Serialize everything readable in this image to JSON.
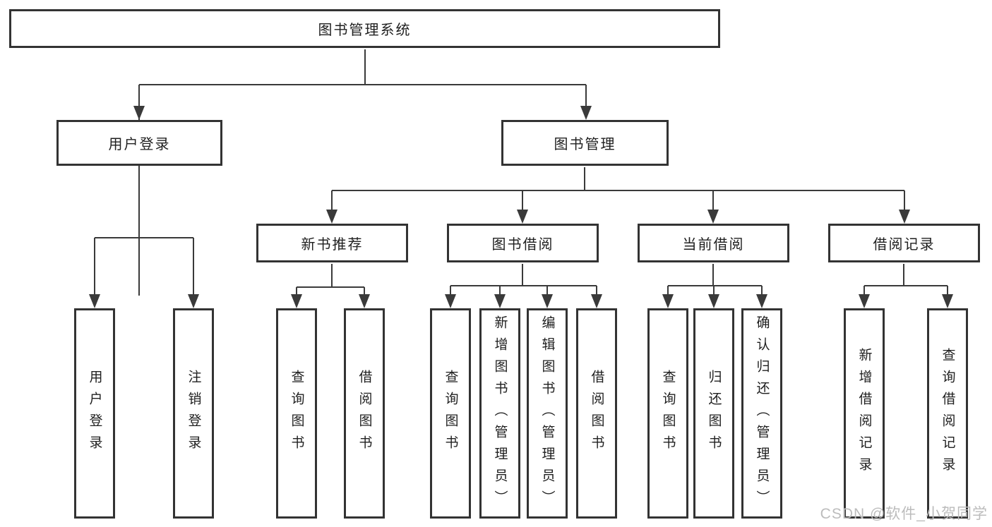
{
  "diagram": {
    "root": {
      "label": "图书管理系统"
    },
    "level2": [
      {
        "label": "用户登录"
      },
      {
        "label": "图书管理"
      }
    ],
    "level3": [
      {
        "label": "新书推荐"
      },
      {
        "label": "图书借阅"
      },
      {
        "label": "当前借阅"
      },
      {
        "label": "借阅记录"
      }
    ],
    "leaves": {
      "user_login": [
        {
          "label": "用户登录"
        },
        {
          "label": "注销登录"
        }
      ],
      "new_book": [
        {
          "label": "查询图书"
        },
        {
          "label": "借阅图书"
        }
      ],
      "book_borrow": [
        {
          "label": "查询图书"
        },
        {
          "label": "新增图书（管理员）"
        },
        {
          "label": "编辑图书（管理员）"
        },
        {
          "label": "借阅图书"
        }
      ],
      "current_borrow": [
        {
          "label": "查询图书"
        },
        {
          "label": "归还图书"
        },
        {
          "label": "确认归还（管理员）"
        }
      ],
      "borrow_record": [
        {
          "label": "新增借阅记录"
        },
        {
          "label": "查询借阅记录"
        }
      ]
    }
  },
  "watermark": {
    "text": "CSDN @软件_小贺同学"
  },
  "colors": {
    "line": "#3a3a3a",
    "border": "#333333",
    "text": "#1f1f1f",
    "watermark": "#bcbcbc",
    "background": "#ffffff"
  }
}
